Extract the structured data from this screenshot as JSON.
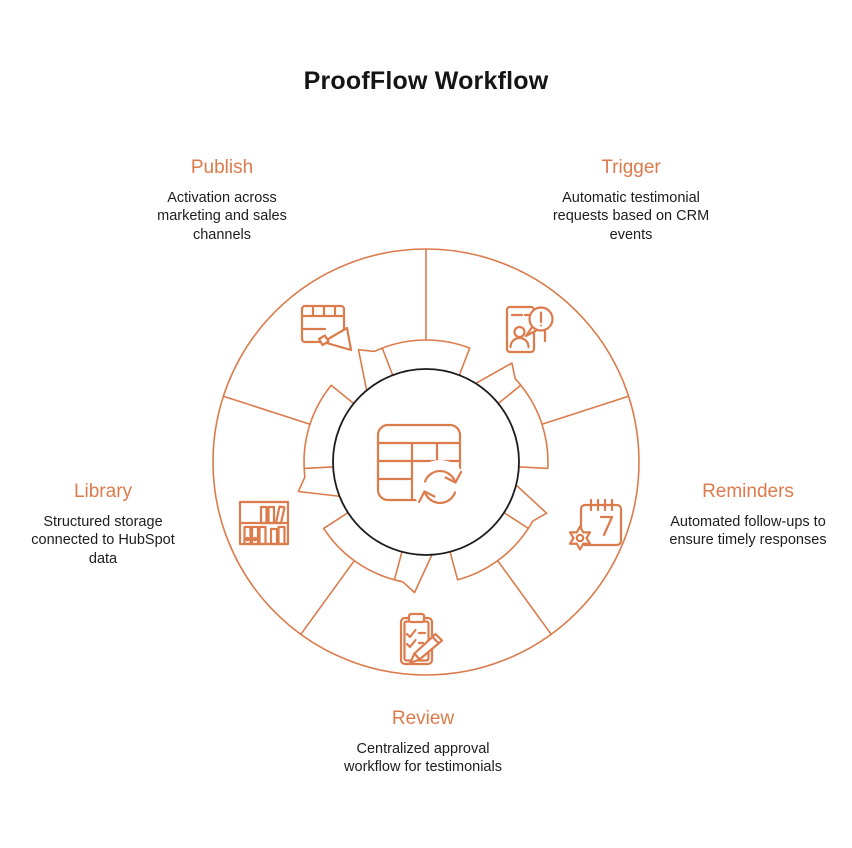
{
  "title": "ProofFlow Workflow",
  "colors": {
    "accent": "#DC7B4B",
    "title_text": "#151515",
    "body_text": "#1D1D1D",
    "center_circle_stroke": "#1C1C1C"
  },
  "diagram": {
    "type": "circular-workflow",
    "center_icon": "table-sync-icon",
    "steps": [
      {
        "id": "trigger",
        "label": "Trigger",
        "description": "Automatic testimonial requests based on CRM events",
        "icon": "person-alert-icon"
      },
      {
        "id": "reminders",
        "label": "Reminders",
        "description": "Automated follow-ups to ensure timely responses",
        "icon": "calendar-gear-icon"
      },
      {
        "id": "review",
        "label": "Review",
        "description": "Centralized approval workflow for testimonials",
        "icon": "clipboard-pencil-icon"
      },
      {
        "id": "library",
        "label": "Library",
        "description": "Structured storage connected to HubSpot data",
        "icon": "bookshelf-icon"
      },
      {
        "id": "publish",
        "label": "Publish",
        "description": "Activation across marketing and sales channels",
        "icon": "board-megaphone-icon"
      }
    ]
  }
}
